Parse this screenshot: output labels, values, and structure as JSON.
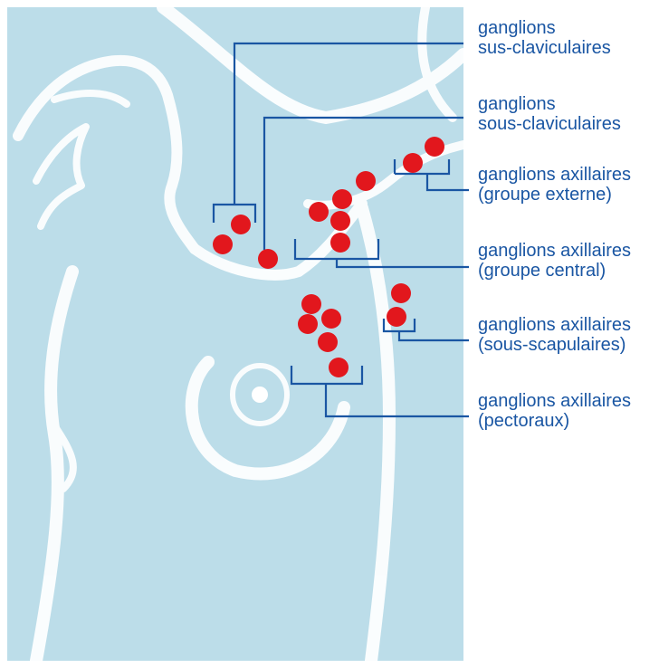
{
  "colors": {
    "background_panel": "#bcdde9",
    "silhouette": "#ffffff",
    "lymph_node": "#e2171d",
    "leader_line": "#1a56a3",
    "label_text": "#1a56a3"
  },
  "labels": [
    {
      "id": "sus-claviculaires",
      "line1": "ganglions",
      "line2": "sus-claviculaires",
      "node_count": 2
    },
    {
      "id": "sous-claviculaires",
      "line1": "ganglions",
      "line2": "sous-claviculaires",
      "node_count": 1
    },
    {
      "id": "axillaires-externe",
      "line1": "ganglions axillaires",
      "line2": "(groupe externe)",
      "node_count": 2
    },
    {
      "id": "axillaires-central",
      "line1": "ganglions axillaires",
      "line2": "(groupe central)",
      "node_count": 5
    },
    {
      "id": "axillaires-sous-scapulaires",
      "line1": "ganglions axillaires",
      "line2": "(sous-scapulaires)",
      "node_count": 2
    },
    {
      "id": "axillaires-pectoraux",
      "line1": "ganglions axillaires",
      "line2": "(pectoraux)",
      "node_count": 5
    }
  ]
}
